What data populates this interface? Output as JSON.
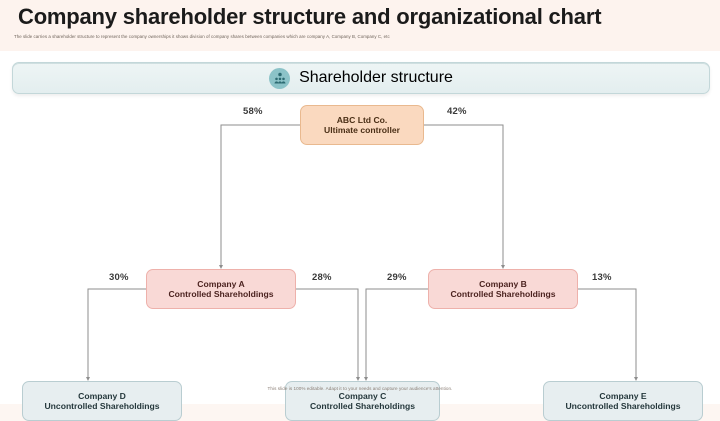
{
  "slide": {
    "title": "Company shareholder structure and organizational chart",
    "subtitle": "The slide carries a shareholder structure to represent the company ownerships it shows division of company shares between companies which are company A, Company B, Company C, etc",
    "footer": "This slide is 100% editable. Adapt it to your needs and capture your audience's attention.",
    "background": "#ffffff",
    "header_background": "#fdf3ee"
  },
  "banner": {
    "label": "Shareholder structure",
    "icon": "people-group-icon",
    "icon_color": "#8cc3c8",
    "fill": "#e9f2f3",
    "border": "#c3d7d9"
  },
  "chart_data": {
    "type": "diagram",
    "title": "Shareholder structure",
    "nodes": [
      {
        "id": "root",
        "line1": "ABC Ltd Co.",
        "line2": "Ultimate controller",
        "fill": "#fad9bf",
        "border": "#e9b98f",
        "level": 0
      },
      {
        "id": "company-a",
        "line1": "Company A",
        "line2": "Controlled Shareholdings",
        "fill": "#f9d9d6",
        "border": "#eeb1ab",
        "level": 1
      },
      {
        "id": "company-b",
        "line1": "Company B",
        "line2": "Controlled Shareholdings",
        "fill": "#f9d9d6",
        "border": "#eeb1ab",
        "level": 1
      },
      {
        "id": "company-d",
        "line1": "Company D",
        "line2": "Uncontrolled Shareholdings",
        "fill": "#e7eef0",
        "border": "#b9cdd1",
        "level": 2
      },
      {
        "id": "company-c",
        "line1": "Company C",
        "line2": "Controlled Shareholdings",
        "fill": "#e7eef0",
        "border": "#b9cdd1",
        "level": 2
      },
      {
        "id": "company-e",
        "line1": "Company E",
        "line2": "Uncontrolled Shareholdings",
        "fill": "#e7eef0",
        "border": "#b9cdd1",
        "level": 2
      }
    ],
    "edges": [
      {
        "from": "root",
        "to": "company-a",
        "label": "58%"
      },
      {
        "from": "root",
        "to": "company-b",
        "label": "42%"
      },
      {
        "from": "company-a",
        "to": "company-d",
        "label": "30%"
      },
      {
        "from": "company-a",
        "to": "company-c",
        "label": "28%"
      },
      {
        "from": "company-b",
        "to": "company-c",
        "label": "29%"
      },
      {
        "from": "company-b",
        "to": "company-e",
        "label": "13%"
      }
    ],
    "edge_color": "#8e8e8e"
  }
}
